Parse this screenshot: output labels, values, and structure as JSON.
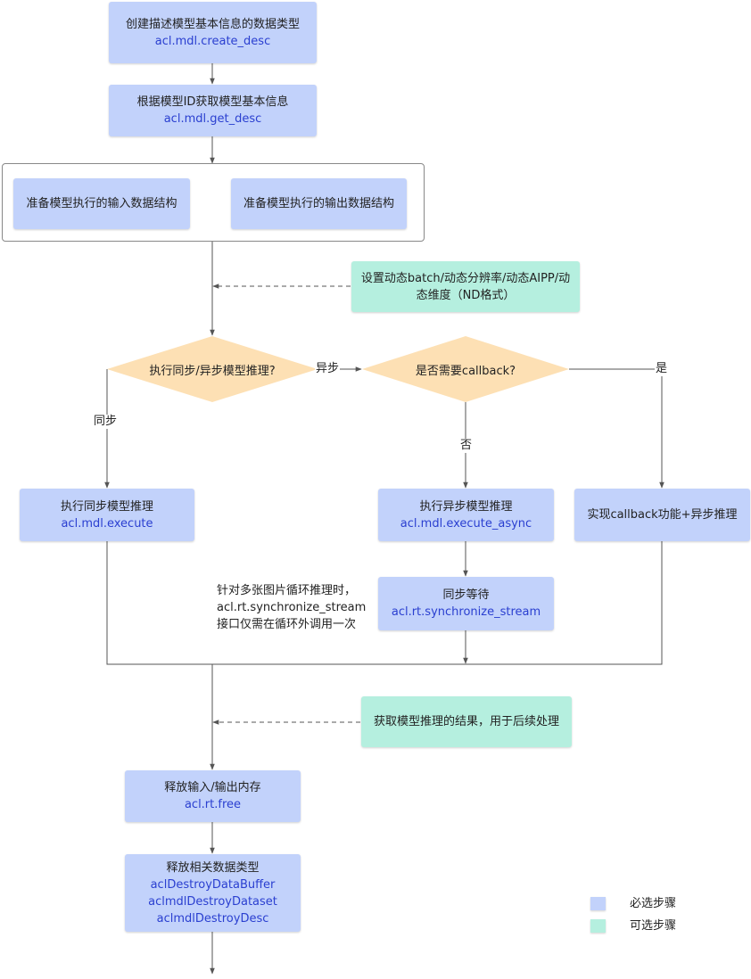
{
  "nodes": {
    "create_desc": {
      "label": "创建描述模型基本信息的数据类型",
      "api": "acl.mdl.create_desc"
    },
    "get_desc": {
      "label": "根据模型ID获取模型基本信息",
      "api": "acl.mdl.get_desc"
    },
    "prep_input": {
      "label": "准备模型执行的输入数据结构"
    },
    "prep_output": {
      "label": "准备模型执行的输出数据结构"
    },
    "set_dynamic": {
      "label_line1": "设置动态batch/动态分辨率/动态AIPP/动",
      "label_line2": "态维度（ND格式）"
    },
    "sync_or_async": {
      "label": "执行同步/异步模型推理?"
    },
    "need_callback": {
      "label": "是否需要callback?"
    },
    "exec_sync": {
      "label": "执行同步模型推理",
      "api": "acl.mdl.execute"
    },
    "exec_async": {
      "label": "执行异步模型推理",
      "api": "acl.mdl.execute_async"
    },
    "callback_impl": {
      "label": "实现callback功能+异步推理"
    },
    "sync_wait": {
      "label": "同步等待",
      "api": "acl.rt.synchronize_stream"
    },
    "get_result": {
      "label": "获取模型推理的结果，用于后续处理"
    },
    "free_mem": {
      "label": "释放输入/输出内存",
      "api": "acl.rt.free"
    },
    "destroy": {
      "label": "释放相关数据类型",
      "api1": "aclDestroyDataBuffer",
      "api2": "aclmdlDestroyDataset",
      "api3": "aclmdlDestroyDesc"
    }
  },
  "edges": {
    "async": "异步",
    "sync": "同步",
    "yes": "是",
    "no": "否"
  },
  "note": {
    "line1": "针对多张图片循环推理时，",
    "line2": "acl.rt.synchronize_stream",
    "line3": "接口仅需在循环外调用一次"
  },
  "legend": {
    "required": "必选步骤",
    "optional": "可选步骤"
  },
  "colors": {
    "required": "#c2d2fb",
    "optional": "#b5efdf",
    "decision": "#fde0b4",
    "api_text": "#2a3fd0"
  }
}
